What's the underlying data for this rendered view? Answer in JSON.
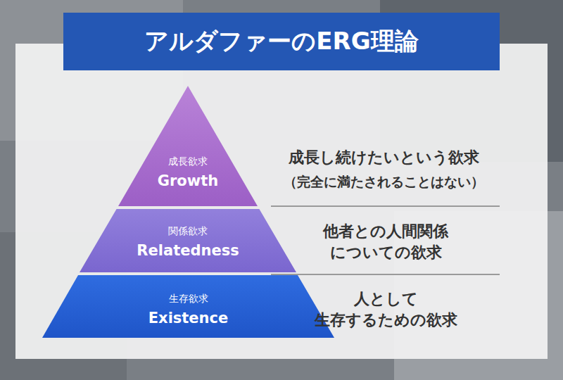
{
  "diagram": {
    "title": "アルダファーのERG理論",
    "nodes": [
      {
        "text": [
          "成長欲求",
          "Growth"
        ]
      },
      {
        "text": [
          "関係欲求",
          "Relatedness"
        ]
      },
      {
        "text": [
          "生存欲求",
          "Existence"
        ]
      }
    ],
    "labels": [
      "成長し続けたいという欲求",
      "（完全に満たされることはない）",
      "他者との人間関係 についての欲求",
      "人として 生存するための欲求"
    ]
  }
}
